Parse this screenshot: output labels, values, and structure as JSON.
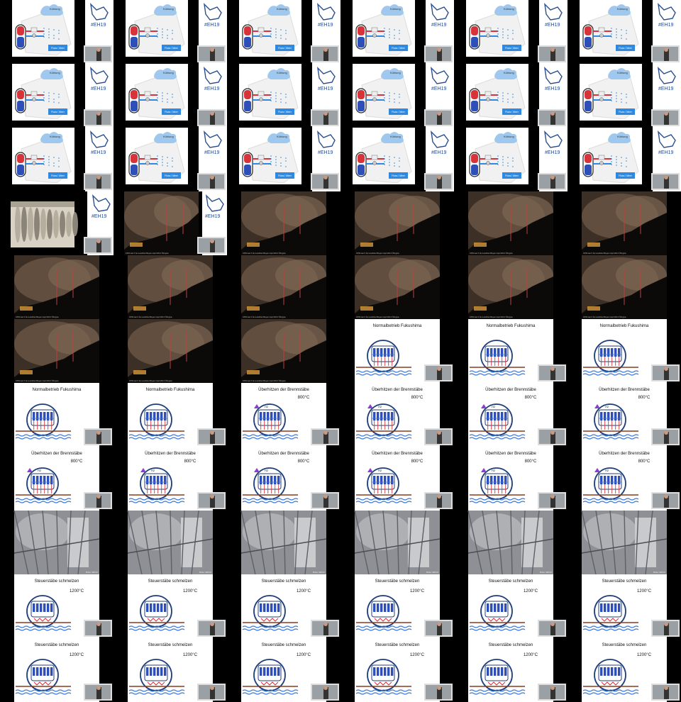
{
  "grid": {
    "rows": 11,
    "cols": 6
  },
  "texts": {
    "kuehlung": "Kühlung",
    "tag": "#EH19",
    "fluss": "Fluss / Meer",
    "normal": "Normalbetrieb Fukushima",
    "ueber": "Überhitzen der Brennstäbe",
    "temp800": "800°C",
    "h2": "H2",
    "steuer": "Steuerstäbe schmelzen",
    "temp1200": "1200°C",
    "night_caption": "KKW Isar II bei Landshut Bayern     April 2014     ©Regine",
    "smoke_caption": "Photo: TEPCO"
  },
  "frames": [
    "plant",
    "plant",
    "plant",
    "plant",
    "plant",
    "plant",
    "plant",
    "plant",
    "plant",
    "plant",
    "plant",
    "plant",
    "plant",
    "plant",
    "plant",
    "plant",
    "plant",
    "plant",
    "turbine",
    "nightsmall",
    "night",
    "night",
    "night",
    "night",
    "night",
    "night",
    "night",
    "night",
    "night",
    "night",
    "night",
    "night",
    "night",
    "normal",
    "normal",
    "normal",
    "normal",
    "normal",
    "h2",
    "h2",
    "h2",
    "h2",
    "h2",
    "h2",
    "h2",
    "h2",
    "h2",
    "h2",
    "smoke",
    "smoke",
    "smoke",
    "smoke",
    "smoke",
    "smoke",
    "melt",
    "melt",
    "melt",
    "melt",
    "melt",
    "melt",
    "melt",
    "melt",
    "melt",
    "melt",
    "melt",
    "melt"
  ],
  "colors": {
    "vessel_red": "#d8323a",
    "fuel_blue": "#2f4fb8",
    "accent_blue": "#2d8ae0",
    "circle": "#1f3f7a",
    "pipe": "#8a3a1e",
    "water": "#3a78d8",
    "cloud": "#9ec8ee",
    "h2_purple": "#8a3fd1"
  }
}
